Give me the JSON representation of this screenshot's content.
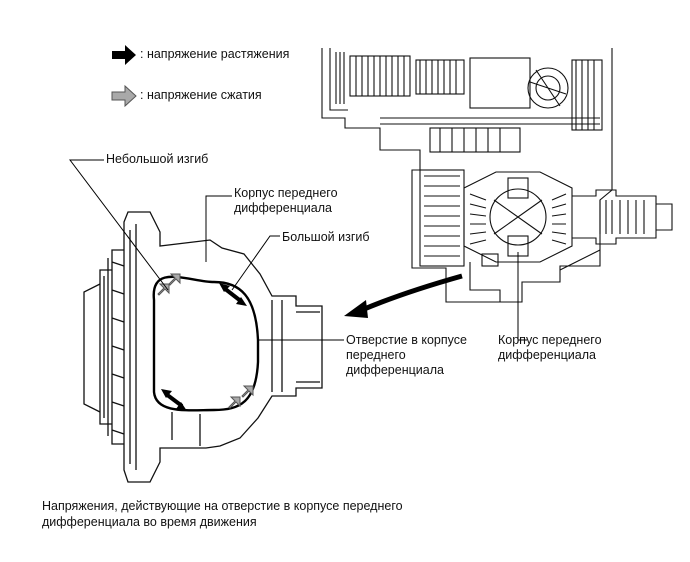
{
  "legend": {
    "tension_label": ": напряжение растяжения",
    "compression_label": ": напряжение сжатия",
    "tension_color": "#000000",
    "compression_color": "#9a9a9a"
  },
  "callouts": {
    "small_bend": "Небольшой изгиб",
    "housing_upper": "Корпус переднего\nдифференциала",
    "large_bend": "Большой изгиб",
    "bore": "Отверстие в корпусе\nпереднего\nдифференциала",
    "housing_right": "Корпус переднего\nдифференциала"
  },
  "caption": "Напряжения, действующие на отверстие в корпусе переднего\nдифференциала во время движения"
}
